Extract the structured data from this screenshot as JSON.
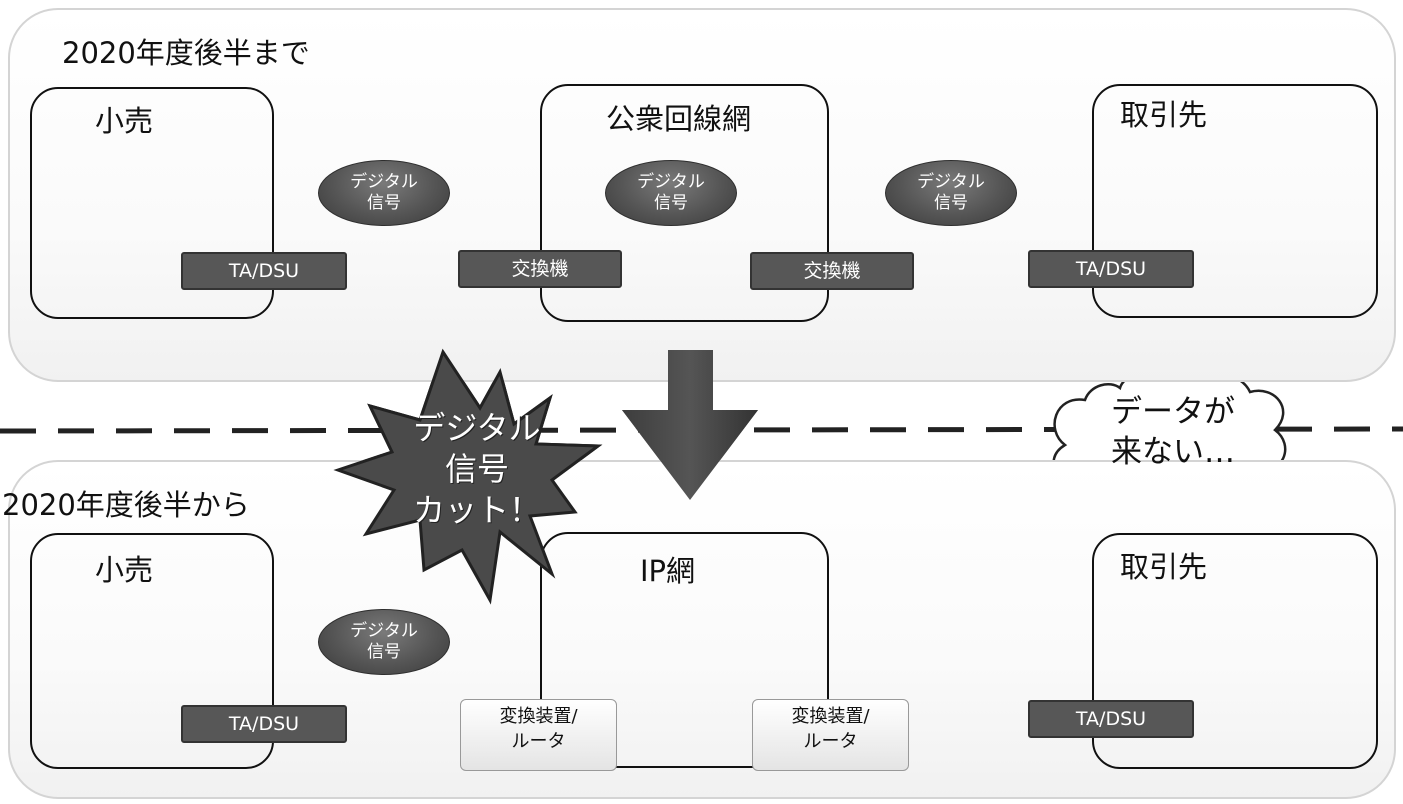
{
  "top": {
    "title": "2020年度後半まで",
    "left_area": "小売",
    "center_area": "公衆回線網",
    "right_area": "取引先",
    "left_device": "TA/DSU",
    "switch_left": "交換機",
    "switch_right": "交換機",
    "right_device": "TA/DSU",
    "signal_line1": "デジタル",
    "signal_line2": "信号"
  },
  "bottom": {
    "title": "2020年度後半から",
    "left_area": "小売",
    "center_area": "IP網",
    "right_area": "取引先",
    "left_device": "TA/DSU",
    "router_line1": "変換装置/",
    "router_line2": "ルータ",
    "right_device": "TA/DSU",
    "signal_line1": "デジタル",
    "signal_line2": "信号"
  },
  "burst": {
    "line1": "デジタル",
    "line2": "信号",
    "line3": "カット！"
  },
  "thought": {
    "line1": "データが",
    "line2": "来ない…"
  },
  "icons": [
    "person-at-desk-icon",
    "server-tower-icon",
    "arrow-icon",
    "explosion-icon",
    "thought-cloud-icon",
    "sweat-drop-icon"
  ],
  "colors": {
    "label_bg": "#575757",
    "oval_bg": "#555555",
    "burst_bg": "#4a4a4a",
    "server_plain": "#f4f4f4",
    "server_router": "#9a9a9a"
  }
}
